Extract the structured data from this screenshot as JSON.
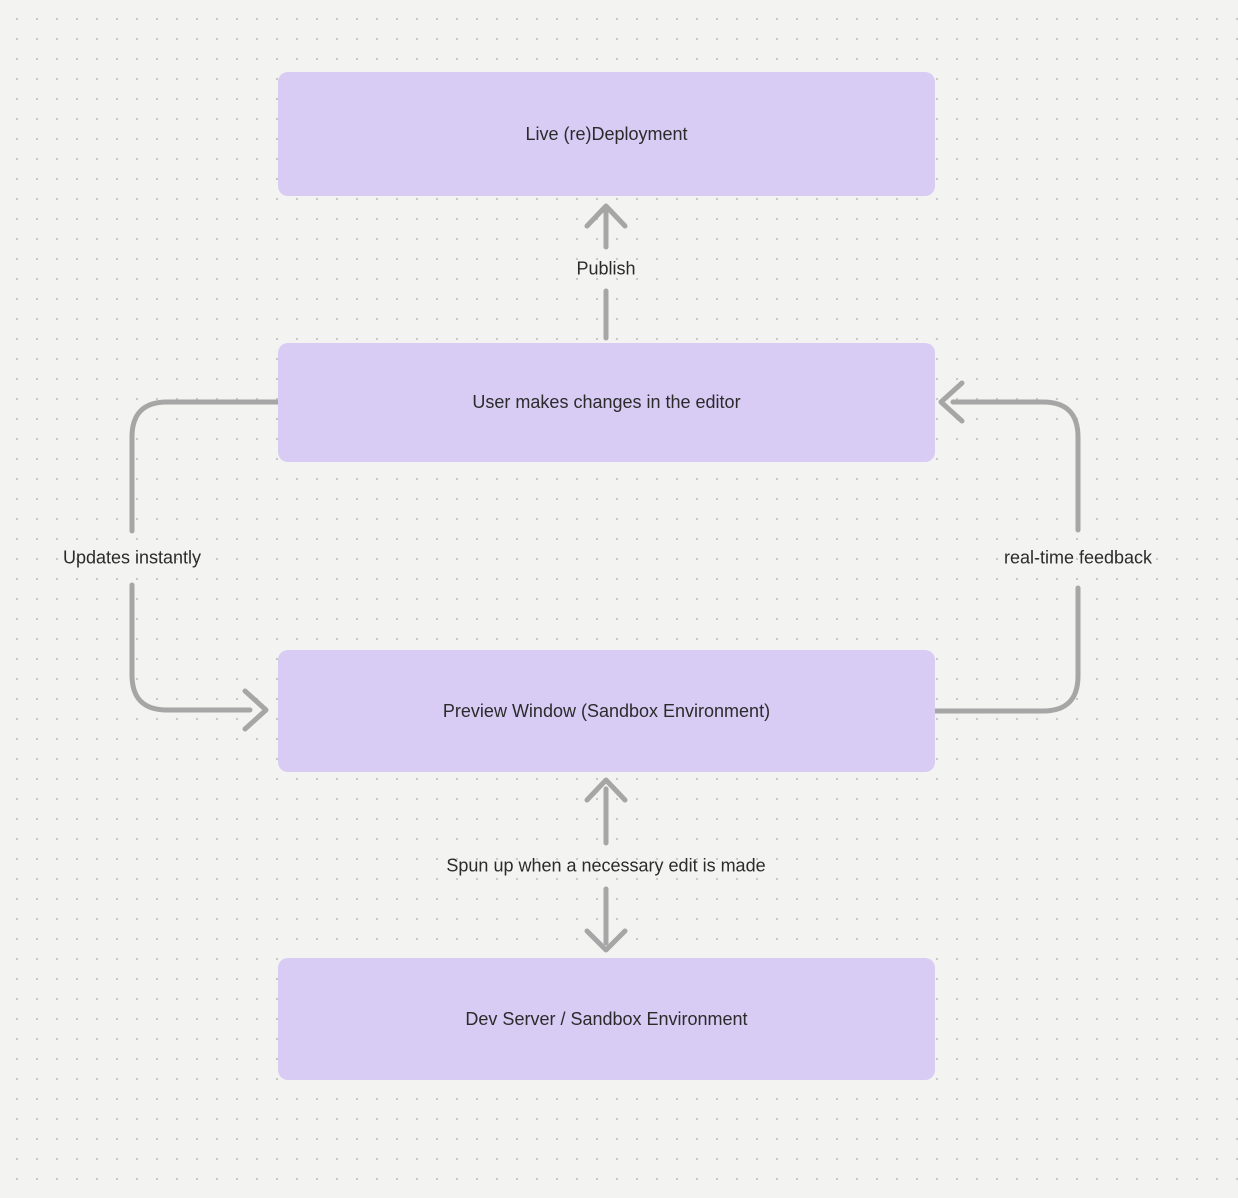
{
  "diagram": {
    "colors": {
      "background": "#f3f3f1",
      "grid_dot": "#c8c8c8",
      "node_fill": "#d8cbf4",
      "arrow": "#a6a6a6",
      "text": "#2b2b2b"
    },
    "nodes": [
      {
        "id": "live-redeployment",
        "label": "Live (re)Deployment"
      },
      {
        "id": "editor-changes",
        "label": "User makes changes in the editor"
      },
      {
        "id": "preview-window",
        "label": "Preview Window (Sandbox Environment)"
      },
      {
        "id": "dev-server",
        "label": "Dev Server / Sandbox Environment"
      }
    ],
    "edges": [
      {
        "id": "publish",
        "from": "editor-changes",
        "to": "live-redeployment",
        "label": "Publish",
        "style": "straight-up",
        "bidirectional": false
      },
      {
        "id": "updates-instantly",
        "from": "editor-changes",
        "to": "preview-window",
        "label": "Updates instantly",
        "style": "left-loop",
        "bidirectional": false
      },
      {
        "id": "realtime-feedback",
        "from": "preview-window",
        "to": "editor-changes",
        "label": "real-time feedback",
        "style": "right-loop",
        "bidirectional": false
      },
      {
        "id": "spun-up",
        "from": "preview-window",
        "to": "dev-server",
        "label": "Spun up when a necessary edit is made",
        "style": "straight-vertical",
        "bidirectional": true
      }
    ]
  }
}
